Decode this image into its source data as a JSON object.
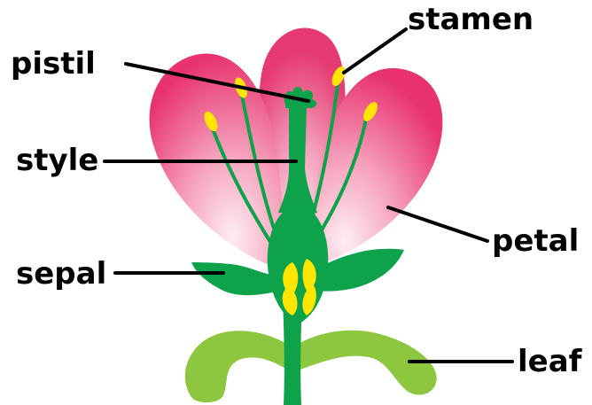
{
  "labels": {
    "pistil": "pistil",
    "stamen": "stamen",
    "style": "style",
    "petal": "petal",
    "sepal": "sepal",
    "leaf": "leaf"
  },
  "colors": {
    "petal": "#e8336f",
    "petal_light": "#fbd3df",
    "stem": "#0ea24a",
    "leaf": "#8dc63f",
    "anther": "#ffe600",
    "line": "#000000"
  }
}
